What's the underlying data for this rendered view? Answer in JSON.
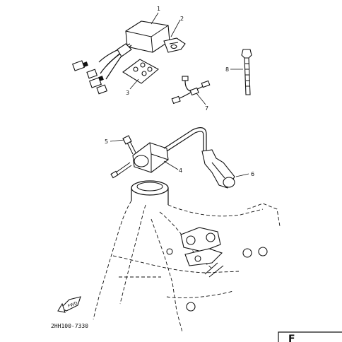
{
  "callouts": {
    "p1": "1",
    "p2": "2",
    "p3": "3",
    "p4": "4",
    "p5": "5",
    "p6": "6",
    "p7": "7",
    "p8": "8"
  },
  "fwd_label": "FWD",
  "diagram_code": "2HH100-7330",
  "corner_fragment": "F"
}
